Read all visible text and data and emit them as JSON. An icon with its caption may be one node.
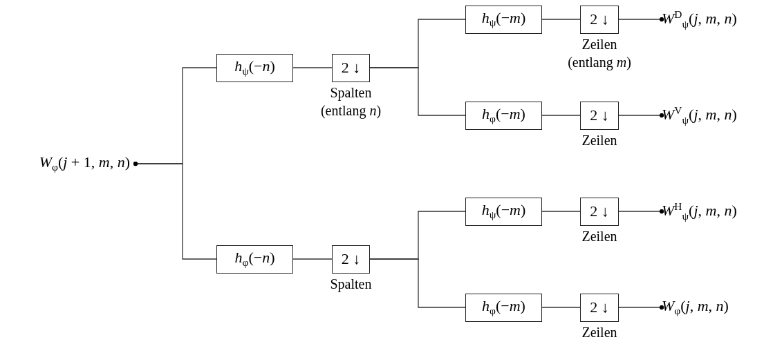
{
  "diagram": {
    "nodes": [
      {
        "text": [
          "*W*$_{φ}$(*j* + 1, *m*, *n*)"
        ]
      },
      {
        "text": [
          "*h*$_{ψ}$(−*n*)"
        ]
      },
      {
        "text": [
          "2 ↓"
        ],
        "beside": [
          "Spalten (entlang *n*)"
        ]
      },
      {
        "text": [
          "*h*$_{φ}$(−*n*)"
        ]
      },
      {
        "text": [
          "2 ↓"
        ],
        "beside": [
          "Spalten"
        ]
      },
      {
        "text": [
          "*h*$_{ψ}$(−*m*)"
        ]
      },
      {
        "text": [
          "2 ↓"
        ],
        "beside": [
          "Zeilen (entlang *m*)"
        ]
      },
      {
        "text": [
          "*W*$^{D}$$_{ψ}$(*j*, *m*, *n*)"
        ]
      },
      {
        "text": [
          "*h*$_{φ}$(−*m*)"
        ]
      },
      {
        "text": [
          "2 ↓"
        ],
        "beside": [
          "Zeilen"
        ]
      },
      {
        "text": [
          "*W*$^{V}$$_{ψ}$(*j*, *m*, *n*)"
        ]
      },
      {
        "text": [
          "*h*$_{ψ}$(−*m*)"
        ]
      },
      {
        "text": [
          "2 ↓"
        ],
        "beside": [
          "Zeilen"
        ]
      },
      {
        "text": [
          "*W*$^{H}$$_{ψ}$(*j*, *m*, *n*)"
        ]
      },
      {
        "text": [
          "*h*$_{φ}$(−*m*)"
        ]
      },
      {
        "text": [
          "2 ↓"
        ],
        "beside": [
          "Zeilen"
        ]
      },
      {
        "text": [
          "*W*$_{φ}$(*j*, *m*, *n*)"
        ]
      }
    ],
    "edges": [
      {
        "from": 0,
        "to": 1,
        "arrow": "other"
      },
      {
        "from": 0,
        "to": 3,
        "arrow": "other"
      },
      {
        "from": 1,
        "to": 2,
        "arrow": "none"
      },
      {
        "from": 3,
        "to": 4,
        "arrow": "none"
      },
      {
        "from": 2,
        "to": 5,
        "arrow": "none"
      },
      {
        "from": 2,
        "to": 8,
        "arrow": "none"
      },
      {
        "from": 4,
        "to": 11,
        "arrow": "none"
      },
      {
        "from": 4,
        "to": 14,
        "arrow": "none"
      },
      {
        "from": 5,
        "to": 6,
        "arrow": "none"
      },
      {
        "from": 6,
        "to": 7,
        "arrow": "other"
      },
      {
        "from": 8,
        "to": 9,
        "arrow": "none"
      },
      {
        "from": 9,
        "to": 10,
        "arrow": "other"
      },
      {
        "from": 11,
        "to": 12,
        "arrow": "none"
      },
      {
        "from": 12,
        "to": 13,
        "arrow": "other"
      },
      {
        "from": 14,
        "to": 15,
        "arrow": "none"
      },
      {
        "from": 15,
        "to": 16,
        "arrow": "other"
      }
    ]
  }
}
